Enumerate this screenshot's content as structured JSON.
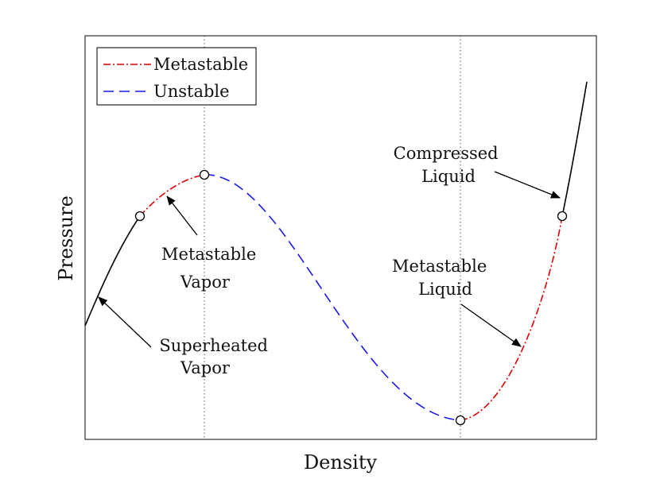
{
  "axes": {
    "xlabel": "Density",
    "ylabel": "Pressure"
  },
  "legend": {
    "placement": "top-left",
    "items": [
      {
        "label": "Metastable",
        "color": "#e00000",
        "dash": "dash-dot"
      },
      {
        "label": "Unstable",
        "color": "#1a1aee",
        "dash": "dashed"
      }
    ]
  },
  "annotations": {
    "compressed_liquid": [
      "Compressed",
      "Liquid"
    ],
    "metastable_vapor": [
      "Metastable",
      "Vapor"
    ],
    "metastable_liquid": [
      "Metastable",
      "Liquid"
    ],
    "superheated_vapor": [
      "Superheated",
      "Vapor"
    ]
  },
  "colors": {
    "stable": "#000000",
    "metastable": "#e00000",
    "unstable": "#1a1aee",
    "guides": "#555555"
  }
}
